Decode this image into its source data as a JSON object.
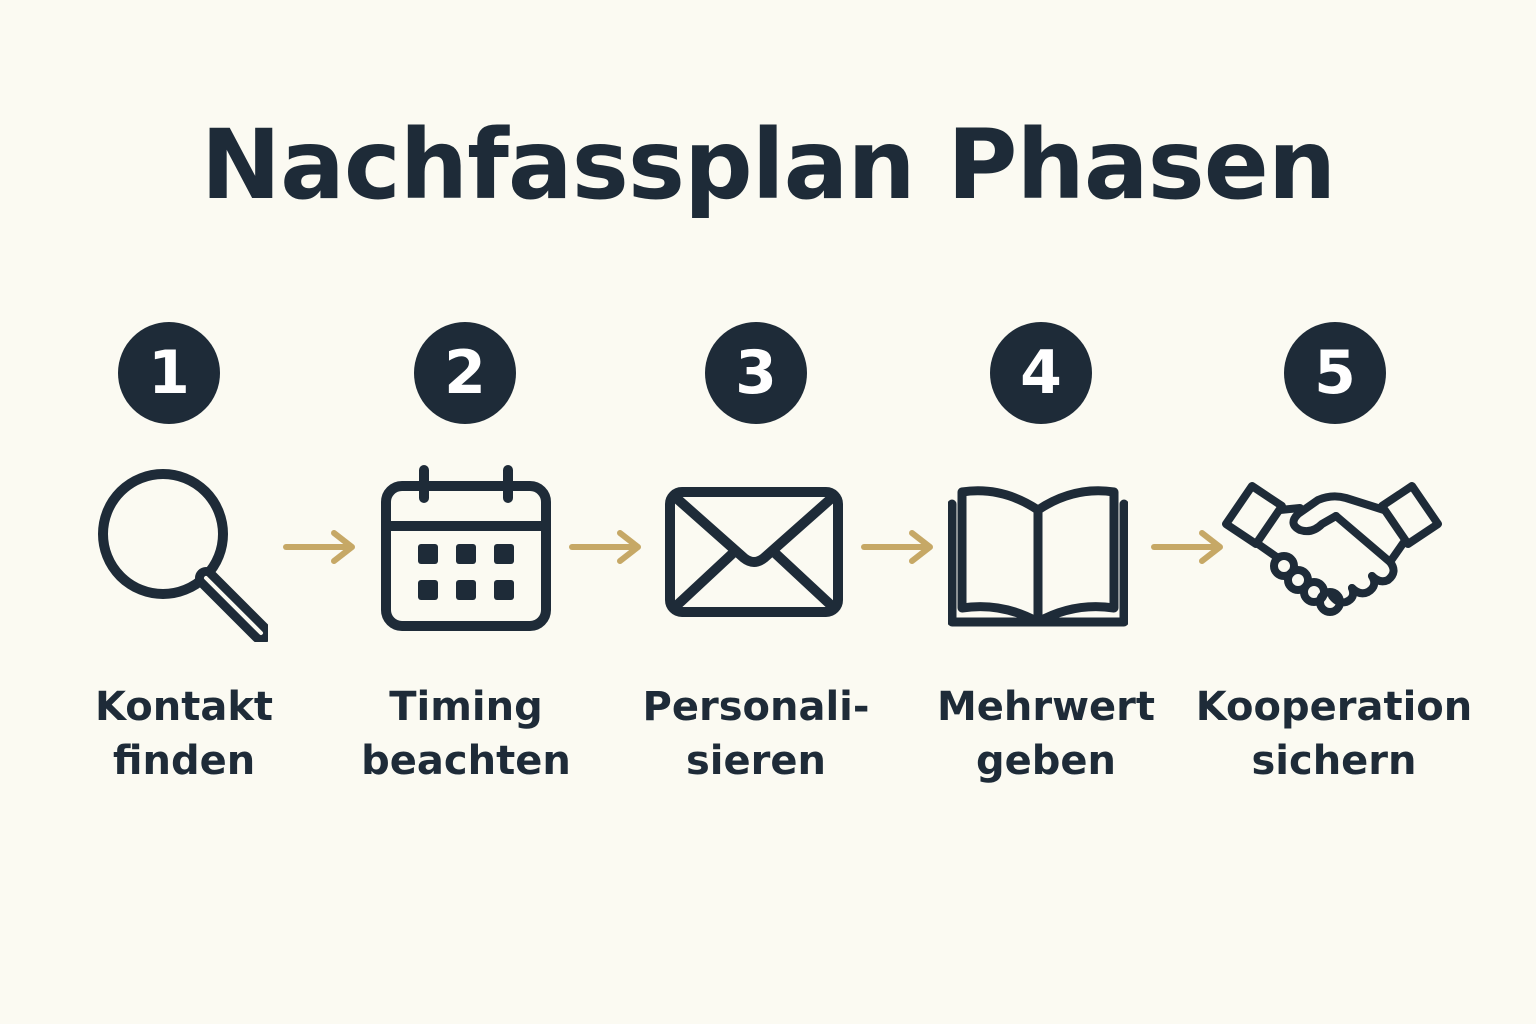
{
  "title": "Nachfassplan Phasen",
  "colors": {
    "background": "#fbfaf2",
    "primary": "#1e2b38",
    "accent_arrow": "#c6a866"
  },
  "steps": [
    {
      "number": "1",
      "icon": "search-icon",
      "label_line1": "Kontakt",
      "label_line2": "finden"
    },
    {
      "number": "2",
      "icon": "calendar-icon",
      "label_line1": "Timing",
      "label_line2": "beachten"
    },
    {
      "number": "3",
      "icon": "envelope-icon",
      "label_line1": "Personali-",
      "label_line2": "sieren"
    },
    {
      "number": "4",
      "icon": "open-book-icon",
      "label_line1": "Mehrwert",
      "label_line2": "geben"
    },
    {
      "number": "5",
      "icon": "handshake-icon",
      "label_line1": "Kooperation",
      "label_line2": "sichern"
    }
  ],
  "connectors": [
    "arrow-right-icon",
    "arrow-right-icon",
    "arrow-right-icon",
    "arrow-right-icon"
  ]
}
